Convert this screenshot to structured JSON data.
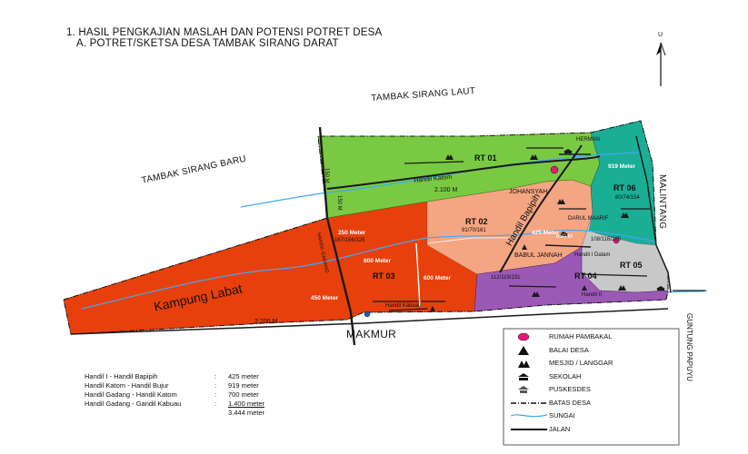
{
  "title": {
    "line1": "1. HASIL PENGKAJIAN MASLAH DAN POTENSI POTRET DESA",
    "line2": "A. POTRET/SKETSA DESA TAMBAK SIRANG DARAT"
  },
  "compass": {
    "label": "U"
  },
  "neighbors": {
    "north": "TAMBAK SIRANG LAUT",
    "west": "TAMBAK SIRANG BARU",
    "east": "MALINTANG",
    "south": "MAKMUR",
    "southeast": "GUNTUNG PAPUYU"
  },
  "regions": [
    {
      "label": "RT 01",
      "stats": "",
      "color": "#7ac943"
    },
    {
      "label": "RT 02",
      "stats": "91/70/161",
      "color": "#f4a582"
    },
    {
      "label": "RT 03",
      "stats": "",
      "color": "#e8400c"
    },
    {
      "label": "RT 04",
      "stats": "112/119/231",
      "color": "#9b59b6"
    },
    {
      "label": "RT 05",
      "stats": "108/116/225",
      "color": "#bfbfbf"
    },
    {
      "label": "RT 06",
      "stats": "80/74/154",
      "color": "#1aae95"
    }
  ],
  "map_labels": {
    "kampung": "Kampung Labat",
    "handil_katom": "Handil Katom",
    "handil_katom_dist": "2.100 M",
    "handil_bapipih": "Handil Bapipih",
    "johansyah": "JOHANSYAH",
    "babul_jannah": "BABUL JANNAH",
    "darul_maarif": "DARUL MAARIF",
    "handil_dalam": "Handil I Dalam",
    "handil_kabuau": "Handil Kabuau",
    "handil_ii": "Handil II",
    "herman": "HERMAN",
    "handil_gadang": "HANDIL GADANG",
    "m_919": "919 Meter",
    "m_250": "250 Meter",
    "m_800": "800 Meter",
    "m_600": "600 Meter",
    "m_450": "450 Meter",
    "m_425": "425 Meter",
    "m_650": "650 M",
    "m_150a": "150 M",
    "m_150b": "150 M",
    "m_2200": "2.200 M",
    "stats_rt03": "167/156/325"
  },
  "colors": {
    "river": "#3fa9f5",
    "road": "#1a1a1a",
    "marker": "#e7177a",
    "puskesdes": "#1f63b5"
  },
  "legend": [
    {
      "icon": "pink-dot-icon",
      "label": "RUMAH PAMBAKAL"
    },
    {
      "icon": "triangle-icon",
      "label": "BALAI DESA"
    },
    {
      "icon": "mosque-icon",
      "label": "MESJID / LANGGAR"
    },
    {
      "icon": "school-icon",
      "label": "SEKOLAH"
    },
    {
      "icon": "health-icon",
      "label": "PUSKESDES"
    },
    {
      "icon": "dashdot-line-icon",
      "label": "BATAS DESA"
    },
    {
      "icon": "river-line-icon",
      "label": "SUNGAI"
    },
    {
      "icon": "road-line-icon",
      "label": "JALAN"
    }
  ],
  "summary": {
    "rows": [
      {
        "name": "Handil I - Handil Bapipih",
        "sep": ":",
        "value": "425 meter"
      },
      {
        "name": "Handil Katom - Handil Bujur",
        "sep": ":",
        "value": "919 meter"
      },
      {
        "name": "Handil Gadang - Handil Katom",
        "sep": ":",
        "value": "700 meter"
      },
      {
        "name": "Handil Gadang - Gandil Kabuau",
        "sep": ":",
        "value": "1.400 meter"
      }
    ],
    "total": "3.444 meter"
  }
}
